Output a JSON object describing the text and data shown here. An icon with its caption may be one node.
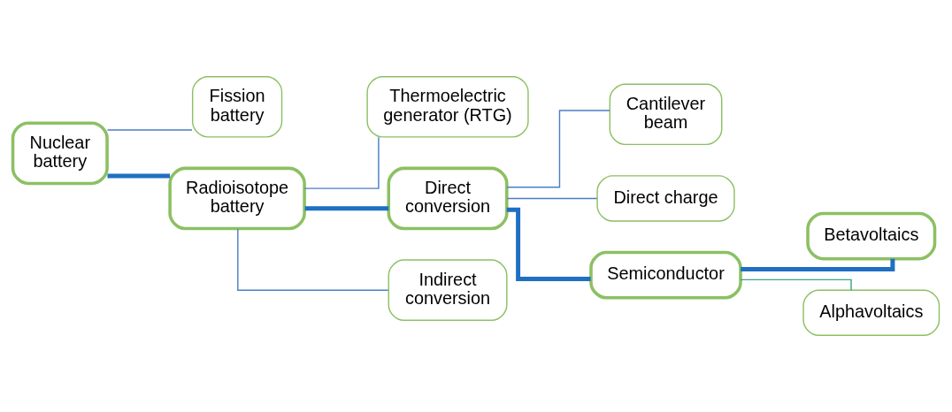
{
  "diagram": {
    "nodes": [
      {
        "text": [
          "Nuclear battery"
        ]
      },
      {
        "text": [
          "Fission battery"
        ]
      },
      {
        "text": [
          "Radioisotope battery"
        ]
      },
      {
        "text": [
          "Thermoelectric generator (RTG)"
        ]
      },
      {
        "text": [
          "Direct conversion"
        ]
      },
      {
        "text": [
          "Indirect conversion"
        ]
      },
      {
        "text": [
          "Cantilever beam"
        ]
      },
      {
        "text": [
          "Direct charge"
        ]
      },
      {
        "text": [
          "Semiconductor"
        ]
      },
      {
        "text": [
          "Betavoltaics"
        ]
      },
      {
        "text": [
          "Alphavoltaics"
        ]
      }
    ],
    "edges": [
      {
        "from": 0,
        "to": 1,
        "arrow": "none"
      },
      {
        "from": 0,
        "to": 2,
        "arrow": "none",
        "style": "thick"
      },
      {
        "from": 2,
        "to": 3,
        "arrow": "none"
      },
      {
        "from": 2,
        "to": 4,
        "arrow": "none",
        "style": "thick"
      },
      {
        "from": 2,
        "to": 5,
        "arrow": "none"
      },
      {
        "from": 4,
        "to": 6,
        "arrow": "none"
      },
      {
        "from": 4,
        "to": 7,
        "arrow": "none"
      },
      {
        "from": 4,
        "to": 8,
        "arrow": "none",
        "style": "thick"
      },
      {
        "from": 8,
        "to": 9,
        "arrow": "none",
        "style": "thick"
      },
      {
        "from": 8,
        "to": 10,
        "arrow": "none",
        "color": "#3fa08a"
      }
    ]
  }
}
